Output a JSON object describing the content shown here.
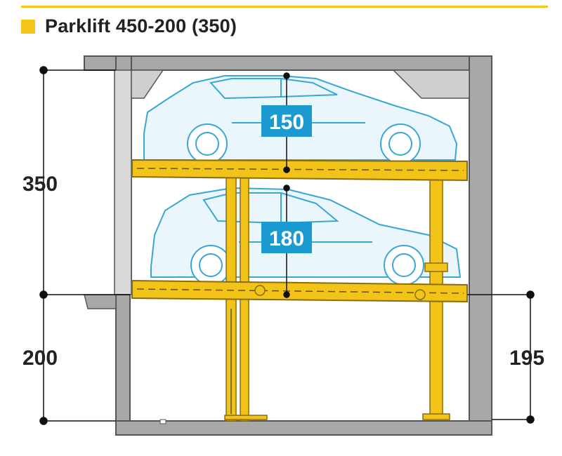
{
  "header": {
    "title": "Parklift 450-200 (350)"
  },
  "dimensions": {
    "upper_height": "350",
    "pit_depth": "200",
    "pit_right": "195"
  },
  "vehicles": {
    "upper_clearance": "150",
    "lower_clearance": "180"
  },
  "colors": {
    "accent": "#f5c518",
    "platform": "#f2c419",
    "platform_edge": "#b8930d",
    "wall": "#a9a9a9",
    "wall_dark": "#555555",
    "car_outline": "#39a7d6",
    "badge": "#1a9ad1",
    "dim_line": "#111111"
  }
}
